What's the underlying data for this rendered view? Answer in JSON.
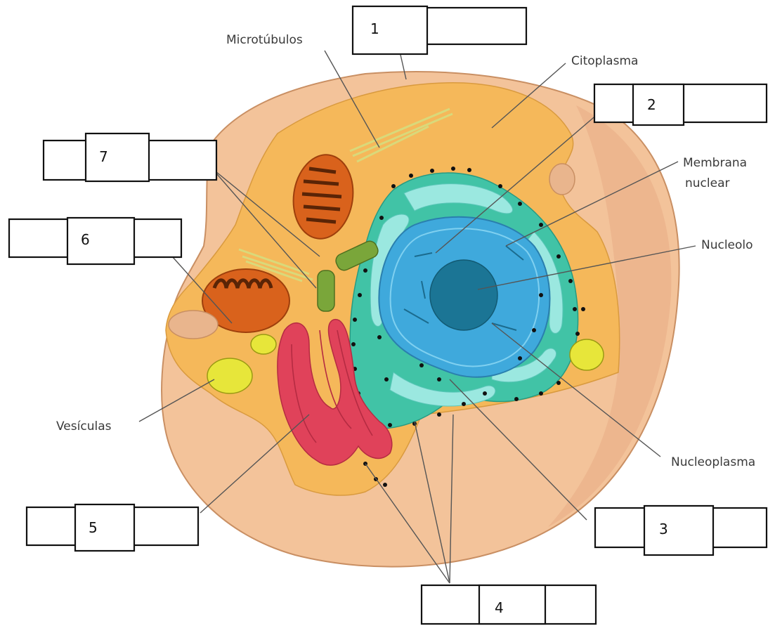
{
  "labels": {
    "microtubulos": "Microtúbulos",
    "citoplasma": "Citoplasma",
    "membrana_line1": "Membrana",
    "membrana_line2": "nuclear",
    "nucleolo": "Nucleolo",
    "vesiculas": "Vesículas",
    "nucleoplasma": "Nucleoplasma"
  },
  "blanks": [
    "1",
    "2",
    "3",
    "4",
    "5",
    "6",
    "7"
  ],
  "colors": {
    "outer_cell": "#f3c39a",
    "cytoplasm": "#f5b85a",
    "nucleus": "#3fa9dc",
    "nucleolus": "#1b7595",
    "er": "#41c3a6",
    "er_lumen": "#9be8e0",
    "golgi": "#e0425a",
    "mitochondria": "#d9621c",
    "vesicle": "#e7e63a",
    "centriole": "#7aa63a"
  }
}
